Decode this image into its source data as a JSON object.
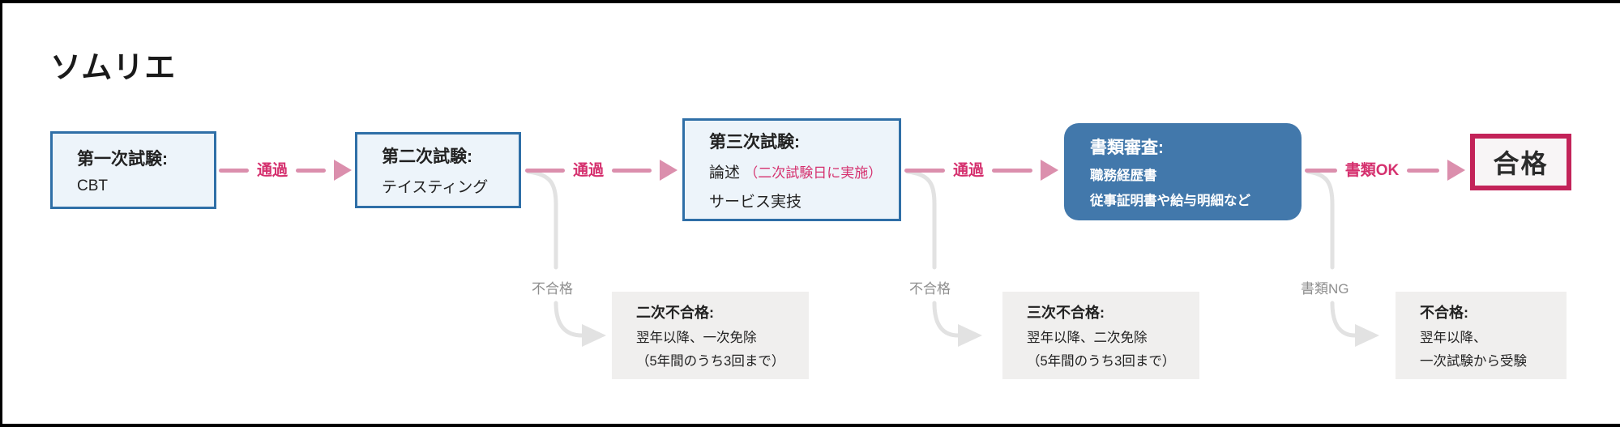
{
  "title": "ソムリエ",
  "colors": {
    "exam_border": "#2f6fa7",
    "exam_fill": "#edf4fa",
    "docs_fill": "#4278ab",
    "pass_border": "#c32359",
    "arrow_pink": "#db8fad",
    "label_crimson": "#d5306e",
    "gray_line": "#e2e2e2",
    "note_fill": "#f0efee",
    "fail_label_gray": "#8e8e8e"
  },
  "flow": {
    "exam1": {
      "heading": "第一次試験:",
      "body": "CBT"
    },
    "exam2": {
      "heading": "第二次試験:",
      "body": "テイスティング"
    },
    "exam3": {
      "heading": "第三次試験:",
      "body1_main": "論述",
      "body1_note": "（二次試験日に実施）",
      "body2": "サービス実技"
    },
    "docs": {
      "heading": "書類審査:",
      "body1": "職務経歴書",
      "body2": "従事証明書や給与明細など"
    },
    "pass": {
      "label": "合格"
    }
  },
  "arrows": {
    "pass1": "通過",
    "pass2": "通過",
    "pass3": "通過",
    "docs_ok": "書類OK"
  },
  "fail_labels": {
    "fail2": "不合格",
    "fail3": "不合格",
    "docs_ng": "書類NG"
  },
  "notes": {
    "fail2": {
      "heading": "二次不合格:",
      "line1": "翌年以降、一次免除",
      "line2": "（5年間のうち3回まで）"
    },
    "fail3": {
      "heading": "三次不合格:",
      "line1": "翌年以降、二次免除",
      "line2": "（5年間のうち3回まで）"
    },
    "docs_ng": {
      "heading": "不合格:",
      "line1": "翌年以降、",
      "line2": "一次試験から受験"
    }
  }
}
